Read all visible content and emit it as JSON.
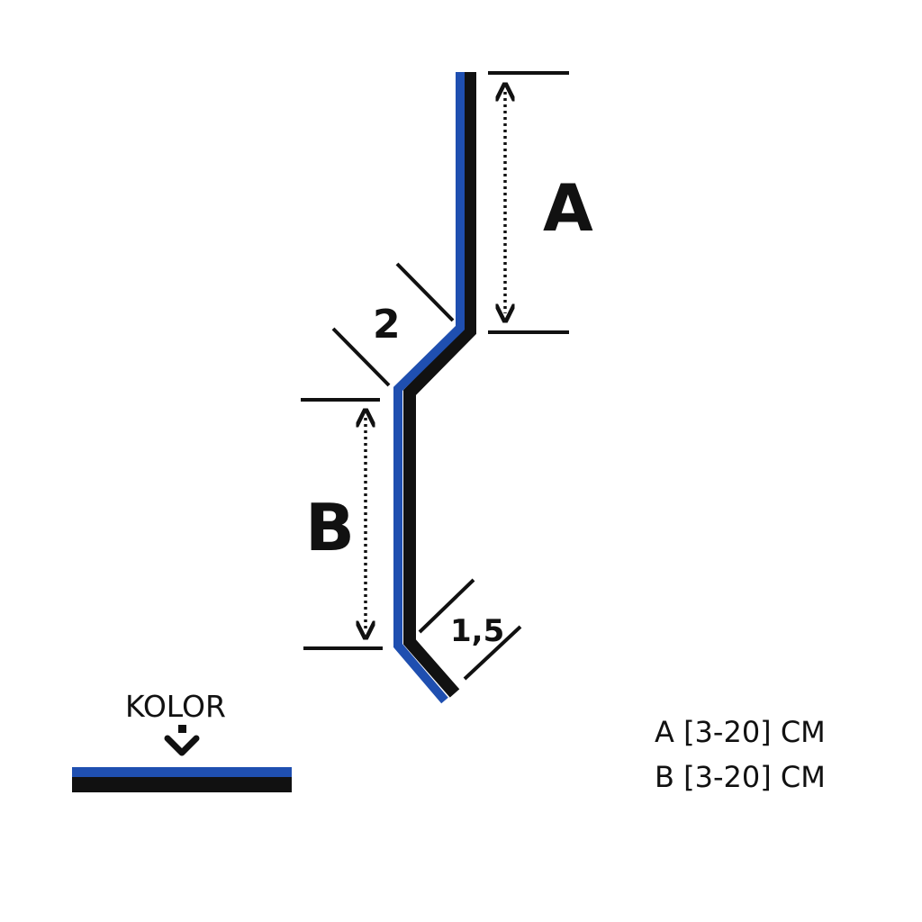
{
  "labels": {
    "a": "A",
    "b": "B",
    "middle_segment": "2",
    "bottom_segment": "1,5",
    "kolor": "KOLOR"
  },
  "specs": [
    "A [3-20] CM",
    "B [3-20] CM"
  ],
  "colors": {
    "color_side": "#1f4fb0",
    "base": "#111111"
  }
}
